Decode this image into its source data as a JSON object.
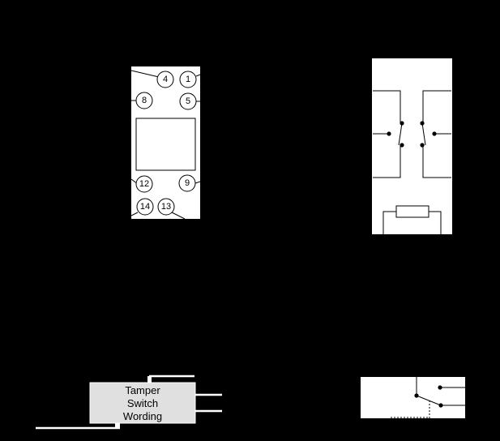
{
  "colors": {
    "background": "#000000",
    "panel": "#ffffff",
    "stroke": "#000000",
    "tamper_fill": "#e0e0e0"
  },
  "relay_base": {
    "pins": [
      {
        "id": "pin-4",
        "label": "4"
      },
      {
        "id": "pin-1",
        "label": "1"
      },
      {
        "id": "pin-8",
        "label": "8"
      },
      {
        "id": "pin-5",
        "label": "5"
      },
      {
        "id": "pin-12",
        "label": "12"
      },
      {
        "id": "pin-9",
        "label": "9"
      },
      {
        "id": "pin-14",
        "label": "14"
      },
      {
        "id": "pin-13",
        "label": "13"
      }
    ]
  },
  "tamper_switch": {
    "lines": [
      "Tamper",
      "Switch",
      "Wording"
    ]
  }
}
